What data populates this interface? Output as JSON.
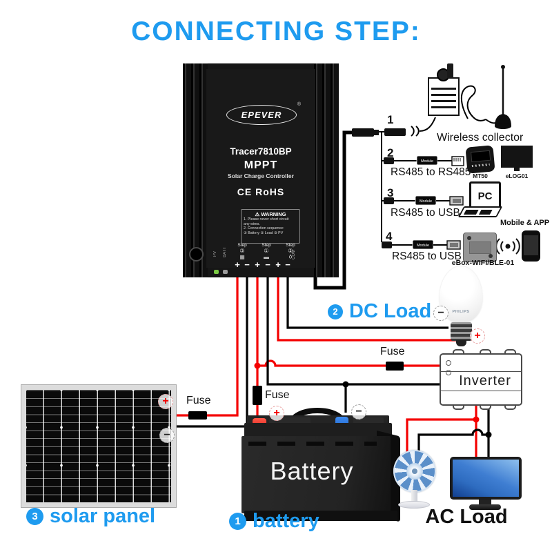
{
  "colors": {
    "accent": "#1e9bef",
    "wire_red": "#f40000",
    "wire_black": "#000000",
    "fan_blue": "#5b8fc9",
    "screen_blue": "#2e6cc0"
  },
  "title": "CONNECTING  STEP:",
  "controller": {
    "brand": "EPEVER",
    "reg": "®",
    "model": "Tracer7810BP",
    "tech": "MPPT",
    "subtitle": "Solar Charge Controller",
    "cert": "CE RoHS",
    "warning_icon": "⚠",
    "warning_title": "WARNING",
    "warning_line1": "1. Please never short circuit",
    "warning_line2": "any wires.",
    "warning_line3": "2. Connection sequence:",
    "warning_line4": "① Battery  ② Load  ③ PV",
    "steps": [
      {
        "label": "Step",
        "number": "③",
        "icon": "▦"
      },
      {
        "label": "Step",
        "number": "①",
        "icon": "▬"
      },
      {
        "label": "Step",
        "number": "②",
        "icon": "ϙ"
      }
    ],
    "port_pv": "PV",
    "port_batt": "BATT",
    "port_com": "COM"
  },
  "signs": {
    "plus": "+",
    "minus": "−"
  },
  "comm": {
    "rows": [
      {
        "number": "1",
        "label": "Wireless collector"
      },
      {
        "number": "2",
        "cable": "RS485 to RS485",
        "module": "Module",
        "device_a": "MT50",
        "device_b": "eLOG01"
      },
      {
        "number": "3",
        "cable": "RS485 to USB",
        "module": "Module",
        "device": "PC"
      },
      {
        "number": "4",
        "cable": "RS485 to USB",
        "module": "Module",
        "device": "eBox-WIFI/BLE-01",
        "note": "Mobile & APP"
      }
    ]
  },
  "dc_load": {
    "number": "2",
    "label": "DC Load",
    "bulb_brand": "PHILIPS"
  },
  "inverter": {
    "label": "Inverter",
    "fuse_label": "Fuse"
  },
  "battery": {
    "label": "Battery",
    "fuse_label": "Fuse",
    "caption_number": "1",
    "caption": "battery"
  },
  "solar_panel": {
    "fuse_label": "Fuse",
    "caption_number": "3",
    "caption": "solar panel"
  },
  "ac_load": {
    "label": "AC Load"
  }
}
